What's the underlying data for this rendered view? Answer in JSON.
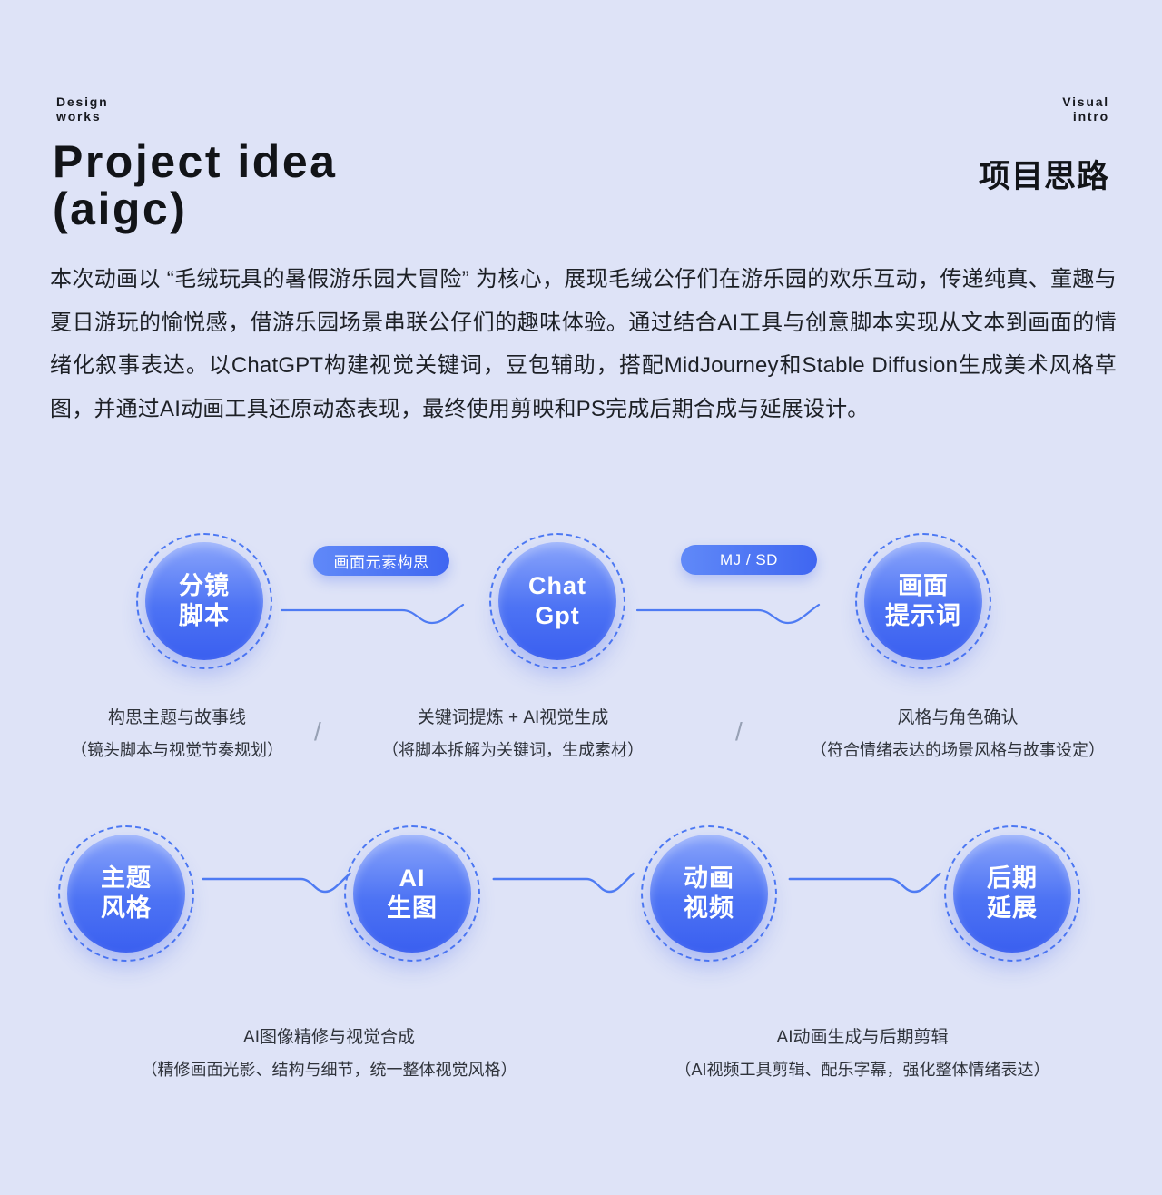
{
  "colors": {
    "background": "#dee3f7",
    "accent_blue": "#4b76f4",
    "node_gradient_top": "#8aa5fb",
    "node_gradient_bottom": "#3a5ff0",
    "text_dark": "#121418",
    "caption_gray": "#2f333b"
  },
  "header": {
    "top_left": "Design\nworks",
    "top_right": "Visual\nintro",
    "title_en_1": "Project idea",
    "title_en_2": "(aigc)",
    "title_cn": "项目思路"
  },
  "intro": "本次动画以 “毛绒玩具的暑假游乐园大冒险” 为核心，展现毛绒公仔们在游乐园的欢乐互动，传递纯真、童趣与夏日游玩的愉悦感，借游乐园场景串联公仔们的趣味体验。通过结合AI工具与创意脚本实现从文本到画面的情绪化叙事表达。以ChatGPT构建视觉关键词，豆包辅助，搭配MidJourney和Stable Diffusion生成美术风格草图，并通过AI动画工具还原动态表现，最终使用剪映和PS完成后期合成与延展设计。",
  "flow": {
    "row1": {
      "nodes": [
        {
          "line1": "分镜",
          "line2": "脚本"
        },
        {
          "line1": "Chat",
          "line2": "Gpt"
        },
        {
          "line1": "画面",
          "line2": "提示词"
        }
      ],
      "badges": [
        "画面元素构思",
        "MJ / SD"
      ],
      "separator": "/",
      "captions": [
        {
          "title": "构思主题与故事线",
          "sub": "（镜头脚本与视觉节奏规划）"
        },
        {
          "title": "关键词提炼 + AI视觉生成",
          "sub": "（将脚本拆解为关键词，生成素材）"
        },
        {
          "title": "风格与角色确认",
          "sub": "（符合情绪表达的场景风格与故事设定）"
        }
      ]
    },
    "row2": {
      "nodes": [
        {
          "line1": "主题",
          "line2": "风格"
        },
        {
          "line1": "AI",
          "line2": "生图"
        },
        {
          "line1": "动画",
          "line2": "视频"
        },
        {
          "line1": "后期",
          "line2": "延展"
        }
      ],
      "captions": [
        {
          "title": "AI图像精修与视觉合成",
          "sub": "（精修画面光影、结构与细节，统一整体视觉风格）"
        },
        {
          "title": "AI动画生成与后期剪辑",
          "sub": "（AI视频工具剪辑、配乐字幕，强化整体情绪表达）"
        }
      ]
    }
  }
}
